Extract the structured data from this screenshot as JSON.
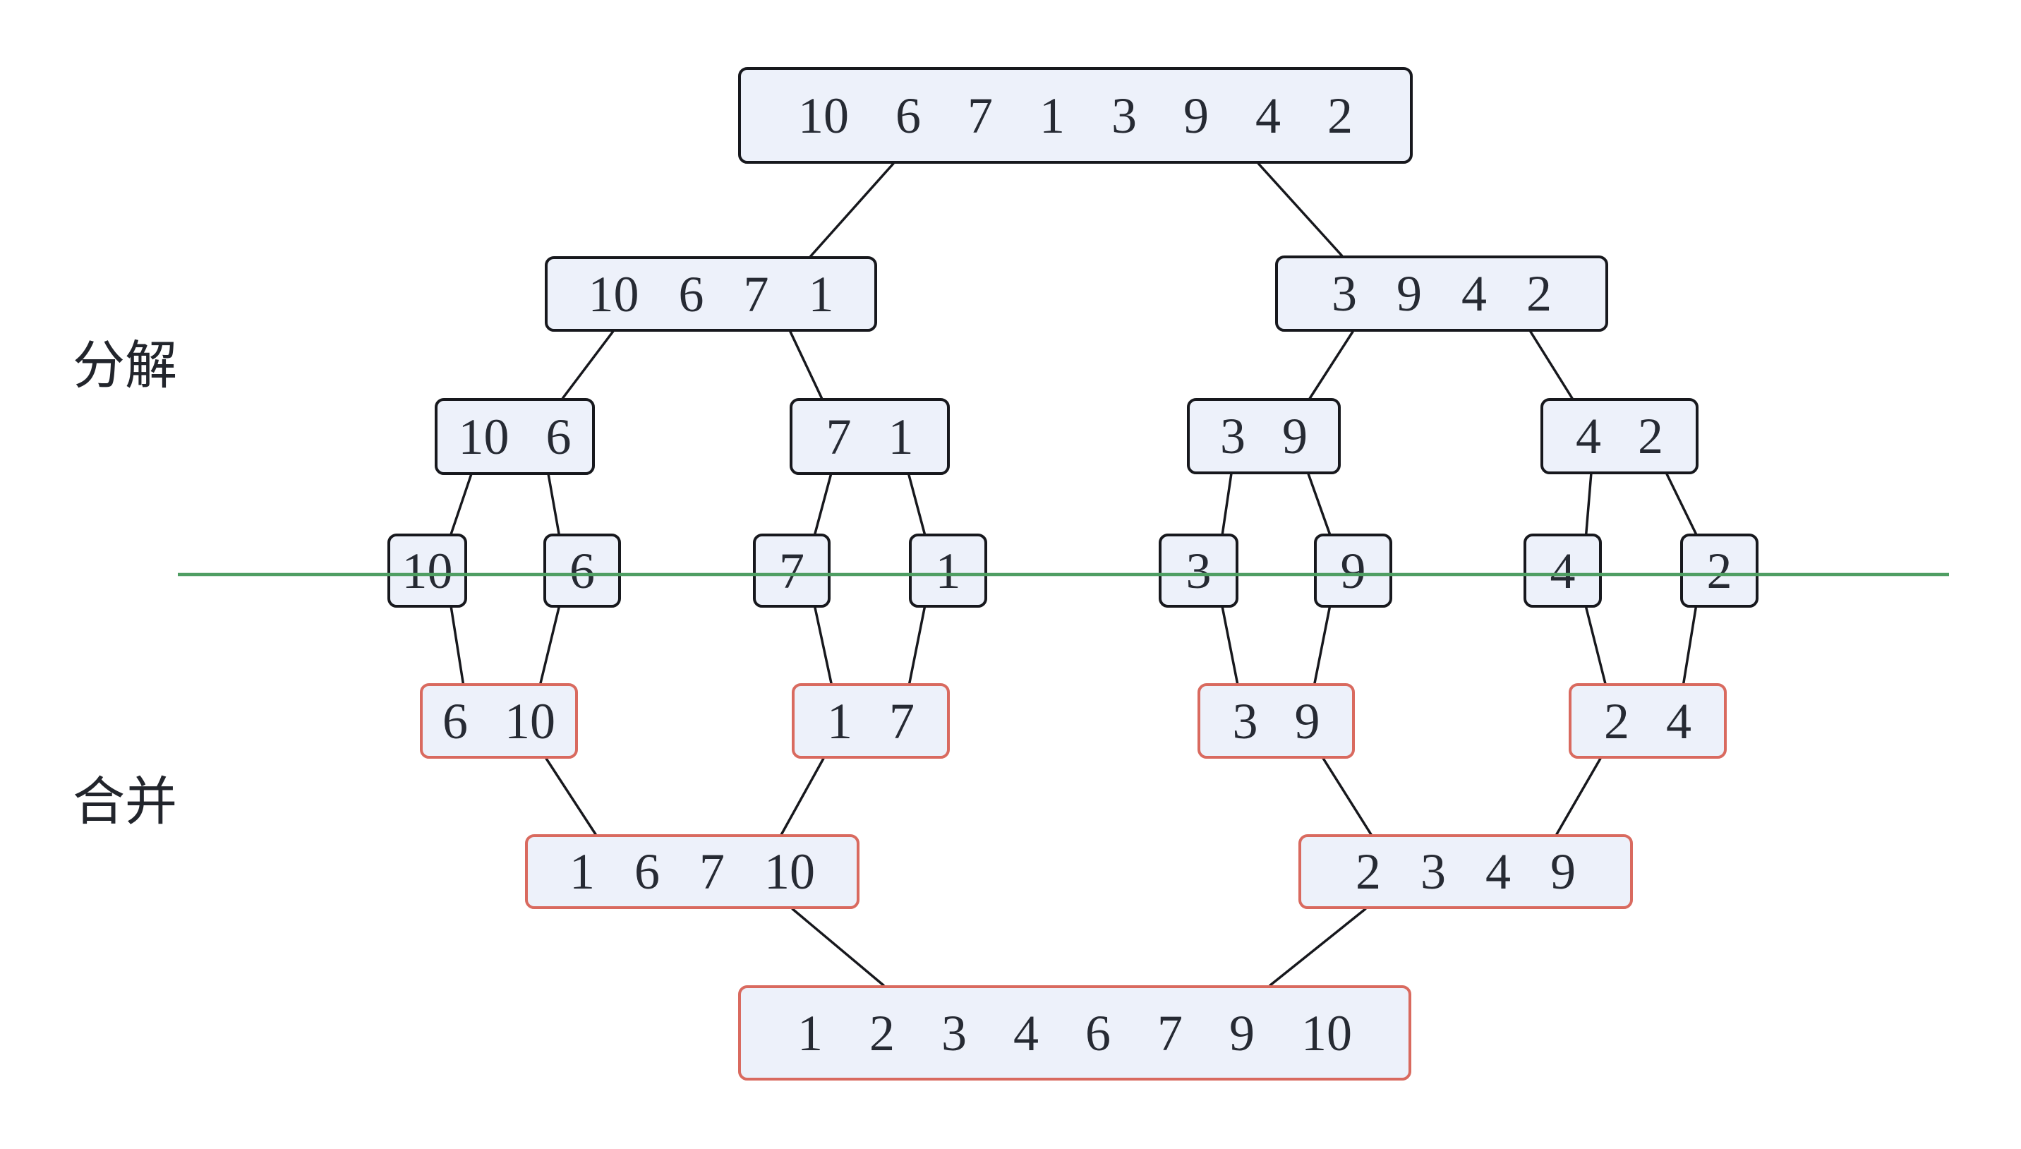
{
  "labels": {
    "divide": "分解",
    "merge": "合并"
  },
  "colors": {
    "box_fill": "#edf1fa",
    "divide_border": "#17181d",
    "merge_border": "#d96a5f",
    "edge_line": "#17181d",
    "divider_line": "#4f9e63",
    "text": "#262a33",
    "label_text": "#22252c"
  },
  "nodes": [
    {
      "id": "d0",
      "phase": "divide",
      "values": [
        10,
        6,
        7,
        1,
        3,
        9,
        4,
        2
      ]
    },
    {
      "id": "d1",
      "phase": "divide",
      "values": [
        10,
        6,
        7,
        1
      ]
    },
    {
      "id": "d2",
      "phase": "divide",
      "values": [
        3,
        9,
        4,
        2
      ]
    },
    {
      "id": "d3",
      "phase": "divide",
      "values": [
        10,
        6
      ]
    },
    {
      "id": "d4",
      "phase": "divide",
      "values": [
        7,
        1
      ]
    },
    {
      "id": "d5",
      "phase": "divide",
      "values": [
        3,
        9
      ]
    },
    {
      "id": "d6",
      "phase": "divide",
      "values": [
        4,
        2
      ]
    },
    {
      "id": "s1",
      "phase": "divide",
      "values": [
        10
      ]
    },
    {
      "id": "s2",
      "phase": "divide",
      "values": [
        6
      ]
    },
    {
      "id": "s3",
      "phase": "divide",
      "values": [
        7
      ]
    },
    {
      "id": "s4",
      "phase": "divide",
      "values": [
        1
      ]
    },
    {
      "id": "s5",
      "phase": "divide",
      "values": [
        3
      ]
    },
    {
      "id": "s6",
      "phase": "divide",
      "values": [
        9
      ]
    },
    {
      "id": "s7",
      "phase": "divide",
      "values": [
        4
      ]
    },
    {
      "id": "s8",
      "phase": "divide",
      "values": [
        2
      ]
    },
    {
      "id": "m1",
      "phase": "merge",
      "values": [
        6,
        10
      ]
    },
    {
      "id": "m2",
      "phase": "merge",
      "values": [
        1,
        7
      ]
    },
    {
      "id": "m3",
      "phase": "merge",
      "values": [
        3,
        9
      ]
    },
    {
      "id": "m4",
      "phase": "merge",
      "values": [
        2,
        4
      ]
    },
    {
      "id": "m5",
      "phase": "merge",
      "values": [
        1,
        6,
        7,
        10
      ]
    },
    {
      "id": "m6",
      "phase": "merge",
      "values": [
        2,
        3,
        4,
        9
      ]
    },
    {
      "id": "m7",
      "phase": "merge",
      "values": [
        1,
        2,
        3,
        4,
        6,
        7,
        9,
        10
      ]
    }
  ],
  "edges": [
    [
      "d0",
      "d1"
    ],
    [
      "d0",
      "d2"
    ],
    [
      "d1",
      "d3"
    ],
    [
      "d1",
      "d4"
    ],
    [
      "d2",
      "d5"
    ],
    [
      "d2",
      "d6"
    ],
    [
      "d3",
      "s1"
    ],
    [
      "d3",
      "s2"
    ],
    [
      "d4",
      "s3"
    ],
    [
      "d4",
      "s4"
    ],
    [
      "d5",
      "s5"
    ],
    [
      "d5",
      "s6"
    ],
    [
      "d6",
      "s7"
    ],
    [
      "d6",
      "s8"
    ],
    [
      "s1",
      "m1"
    ],
    [
      "s2",
      "m1"
    ],
    [
      "s3",
      "m2"
    ],
    [
      "s4",
      "m2"
    ],
    [
      "s5",
      "m3"
    ],
    [
      "s6",
      "m3"
    ],
    [
      "s7",
      "m4"
    ],
    [
      "s8",
      "m4"
    ],
    [
      "m1",
      "m5"
    ],
    [
      "m2",
      "m5"
    ],
    [
      "m3",
      "m6"
    ],
    [
      "m4",
      "m6"
    ],
    [
      "m5",
      "m7"
    ],
    [
      "m6",
      "m7"
    ]
  ]
}
